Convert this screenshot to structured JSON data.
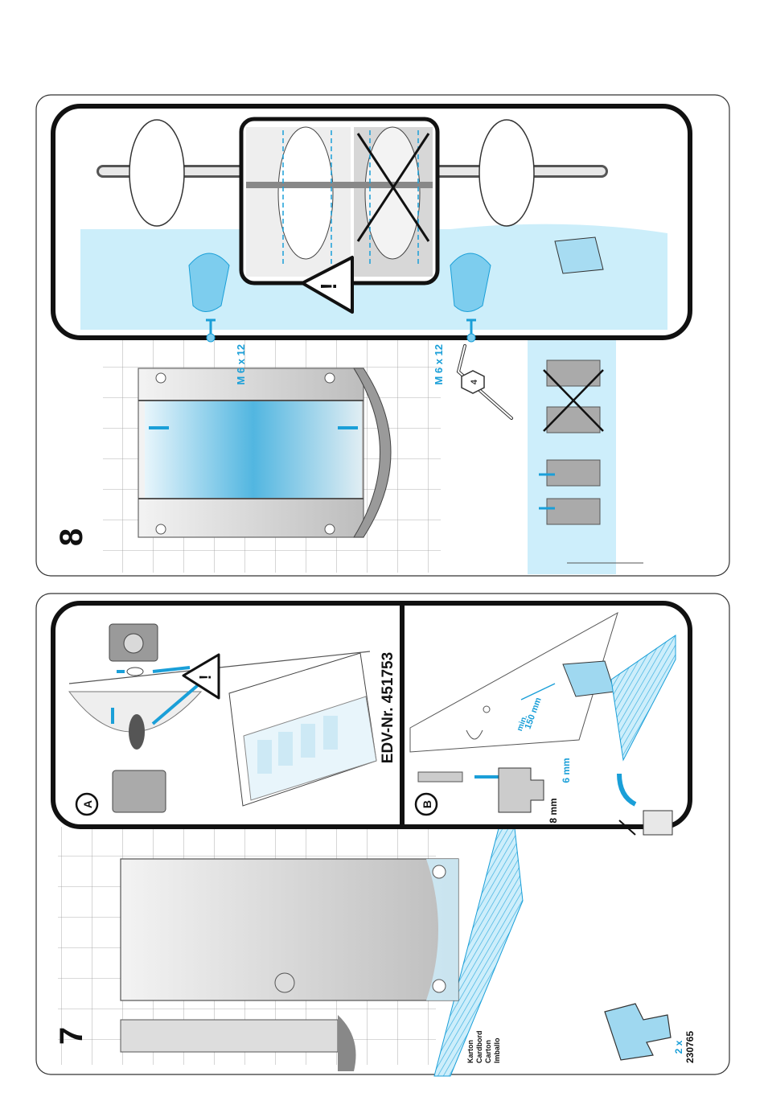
{
  "colors": {
    "accent": "#1a9fd8",
    "accent_light": "#bfe6f6",
    "accent_fill": "#d8f0fa",
    "ink": "#1a1a1a",
    "glass_gray": "#d9d9d9"
  },
  "step7": {
    "number": "7",
    "carton_labels": [
      "Karton",
      "Cardbord",
      "Carton",
      "Imballo"
    ],
    "clip_qty": "2 x",
    "clip_part_no": "230765",
    "detail_a": {
      "badge": "A",
      "edv_label": "EDV-Nr. 451753",
      "warning": "!"
    },
    "detail_b": {
      "badge": "B",
      "dim_min": "min.",
      "dim_150": "150 mm",
      "dim_6mm": "6 mm",
      "dim_8mm": "8 mm"
    }
  },
  "step8": {
    "number": "8",
    "screw_label_1": "M 6 x 12",
    "screw_label_2": "M 6 x 12",
    "allen_key_size": "4",
    "warning": "!"
  },
  "icons": [
    "warning-triangle-icon",
    "allen-key-icon",
    "cross-out-icon",
    "arrow-icon"
  ]
}
